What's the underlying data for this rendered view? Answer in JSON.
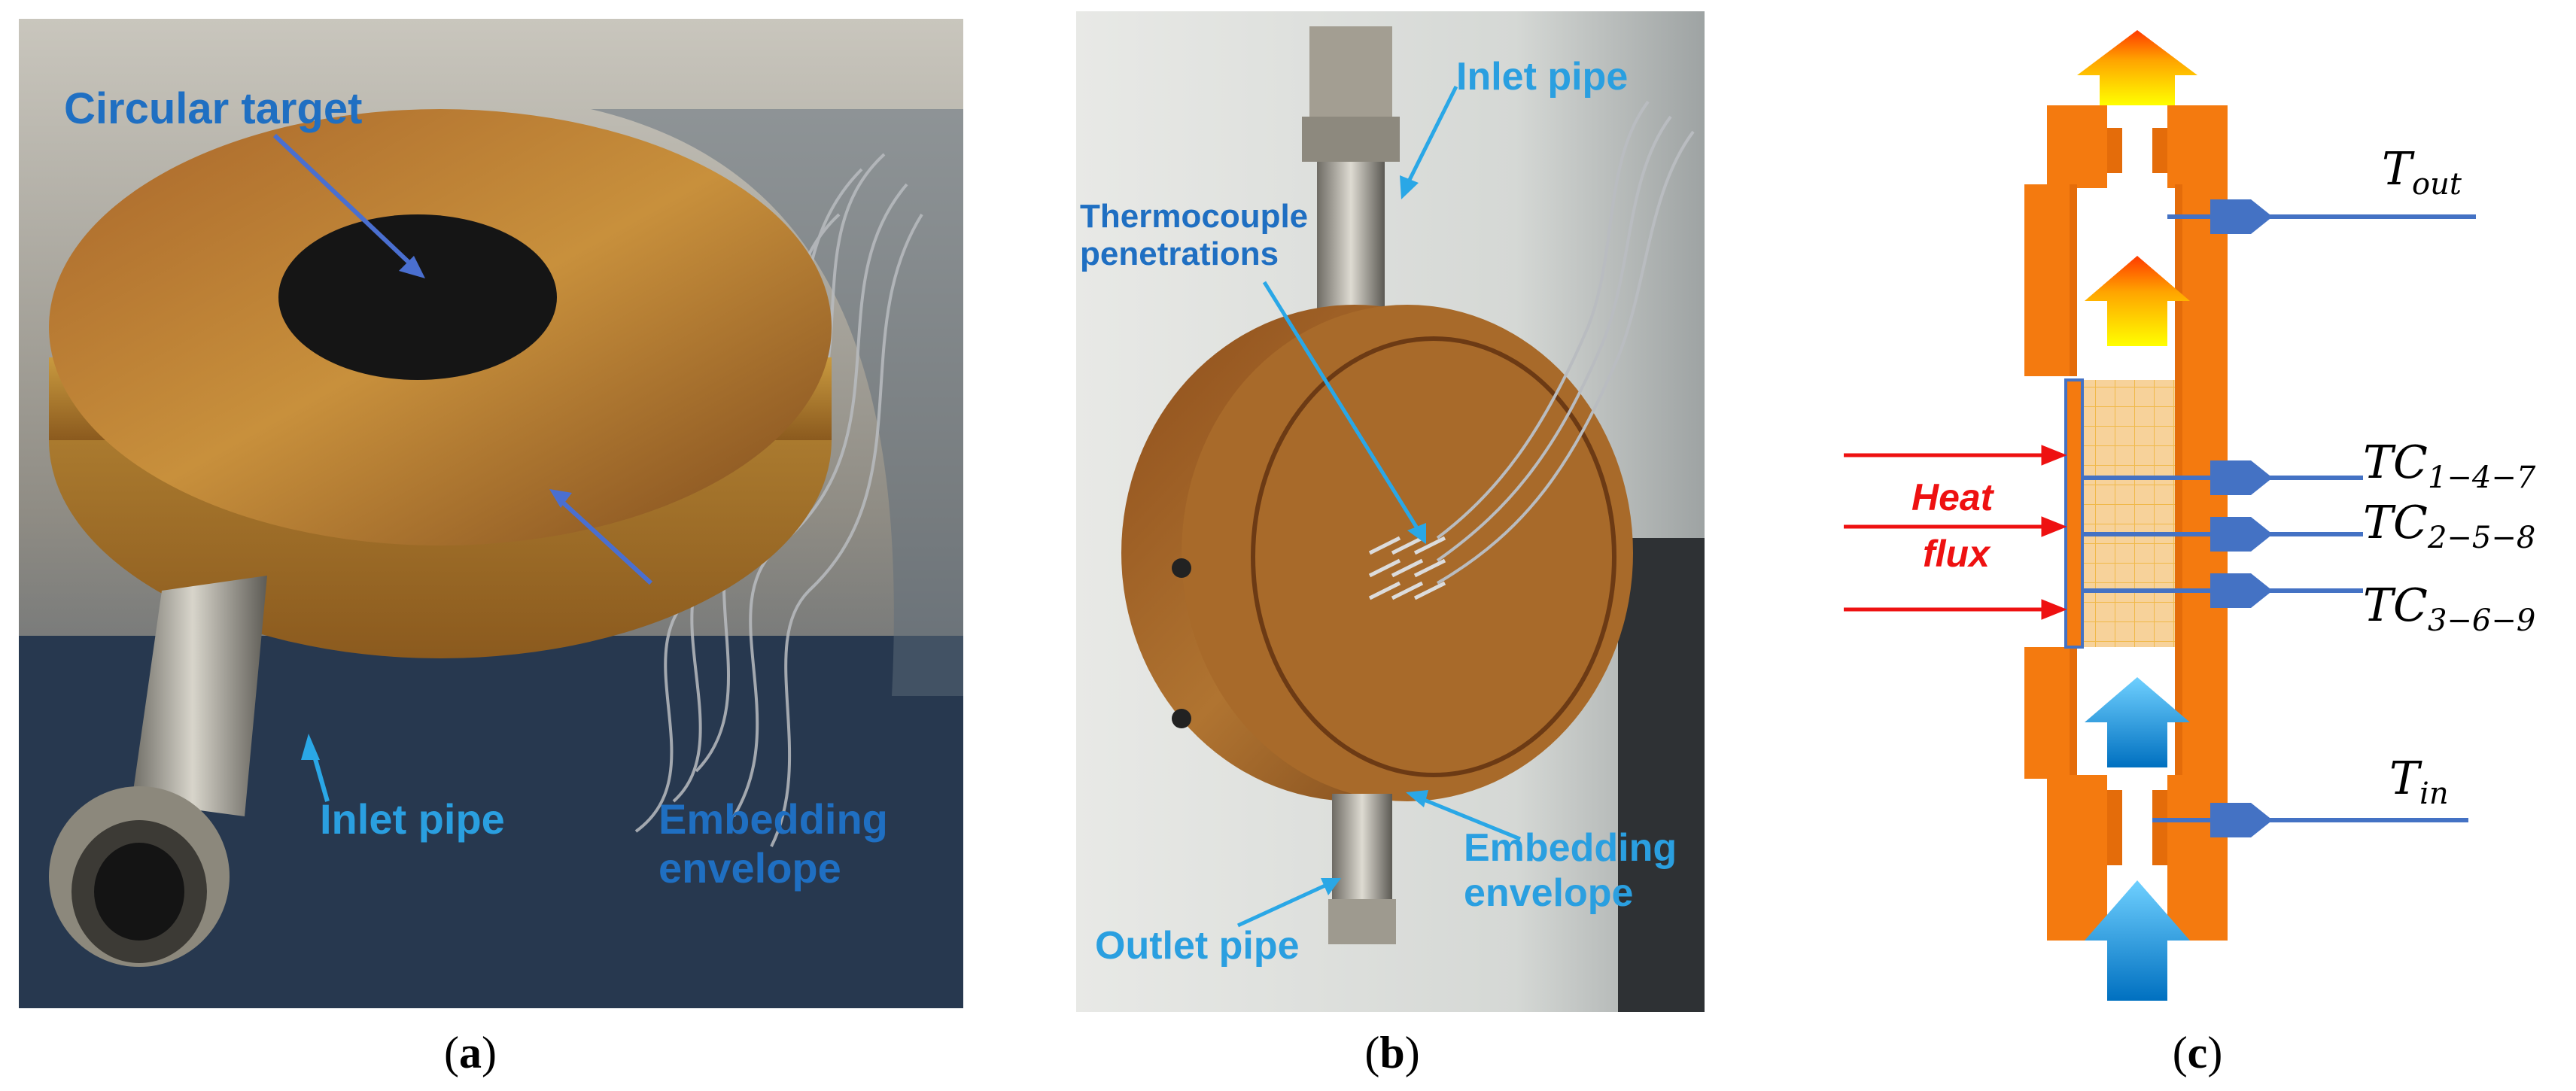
{
  "panel_a": {
    "labels": {
      "circular_target": "Circular target",
      "inlet_pipe": "Inlet pipe",
      "embedding_envelope_1": "Embedding",
      "embedding_envelope_2": "envelope"
    },
    "caption_letter": "a"
  },
  "panel_b": {
    "labels": {
      "inlet_pipe": "Inlet pipe",
      "thermocouple_1": "Thermocouple",
      "thermocouple_2": "penetrations",
      "embedding_envelope_1": "Embedding",
      "embedding_envelope_2": "envelope",
      "outlet_pipe": "Outlet pipe"
    },
    "caption_letter": "b"
  },
  "panel_c": {
    "heat_flux_1": "Heat",
    "heat_flux_2": "flux",
    "t_out_main": "T",
    "t_out_sub": "out",
    "t_in_main": "T",
    "t_in_sub": "in",
    "tc1_main": "TC",
    "tc1_sub": "1−4−7",
    "tc2_main": "TC",
    "tc2_sub": "2−5−8",
    "tc3_main": "TC",
    "tc3_sub": "3−6−9",
    "caption_letter": "c"
  },
  "colors": {
    "label_dark_blue": "#1f6fc2",
    "label_light_blue": "#2aa7e6",
    "arrow_dark": "#4a6fd0",
    "orange": "#f47a0f",
    "orange_dark": "#e46c0a",
    "heat_red": "#ee1111",
    "probe_blue": "#4472c4"
  }
}
